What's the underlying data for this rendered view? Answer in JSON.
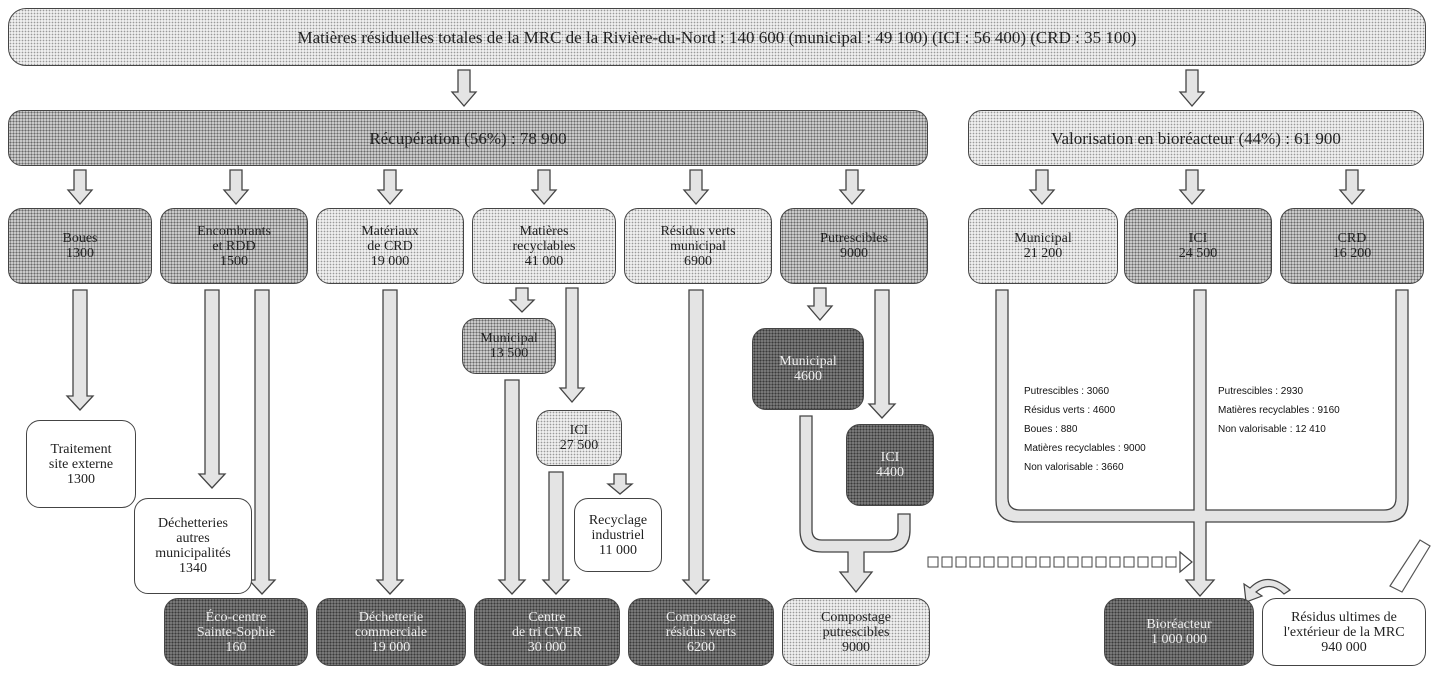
{
  "top": {
    "label": "Matières résiduelles totales de la MRC de la Rivière-du-Nord : 140 600 (municipal : 49 100) (ICI : 56 400) (CRD : 35 100)"
  },
  "recuperation": {
    "label": "Récupération (56%) : 78 900"
  },
  "valorisation": {
    "label": "Valorisation en bioréacteur (44%) : 61 900"
  },
  "categories": {
    "boues": "Boues\n1300",
    "encombrants": "Encombrants\net RDD\n1500",
    "materiaux": "Matériaux\nde CRD\n19 000",
    "recyclables": "Matières\nrecyclables\n41 000",
    "residus_verts": "Résidus verts\nmunicipal\n6900",
    "putrescibles": "Putrescibles\n9000",
    "municipal": "Municipal\n21 200",
    "ici": "ICI\n24 500",
    "crd": "CRD\n16 200"
  },
  "intermediate": {
    "rec_municipal": "Municipal\n13 500",
    "rec_ici": "ICI\n27 500",
    "recyclage": "Recyclage\nindustriel\n11 000",
    "put_municipal": "Municipal\n4600",
    "put_ici": "ICI\n4400",
    "traitement": "Traitement\nsite externe\n1300",
    "decheteries": "Déchetteries\nautres\nmunicipalités\n1340"
  },
  "destinations": {
    "ecocentre": "Éco-centre\nSainte-Sophie\n160",
    "decheterie_commerciale": "Déchetterie\ncommerciale\n19 000",
    "centre_tri": "Centre\nde tri CVER\n30 000",
    "compostage_verts": "Compostage\nrésidus verts\n6200",
    "compostage_putrescibles": "Compostage\nputrescibles\n9000",
    "bioreacteur": "Bioréacteur\n1 000 000",
    "residus_ultimes": "Résidus ultimes de\nl'extérieur de la MRC\n940 000"
  },
  "notes": {
    "municipal": [
      "Putrescibles : 3060",
      "Résidus verts : 4600",
      "Boues : 880",
      "Matières recyclables : 9000",
      "Non valorisable : 3660"
    ],
    "ici": [
      "Putrescibles : 2930",
      "Matières recyclables : 9160",
      "Non valorisable : 12 410"
    ]
  }
}
